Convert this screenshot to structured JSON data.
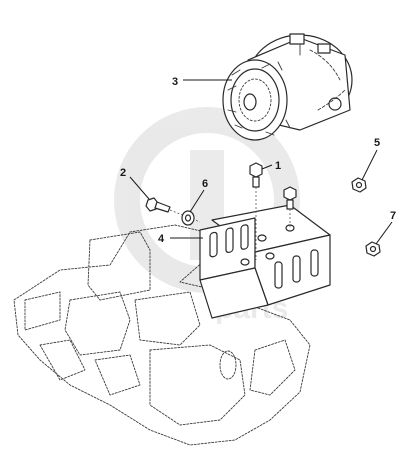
{
  "callouts": {
    "c1": "1",
    "c2": "2",
    "c3": "3",
    "c4": "4",
    "c5": "5",
    "c6": "6",
    "c7": "7"
  },
  "watermark": {
    "text": "parts"
  }
}
